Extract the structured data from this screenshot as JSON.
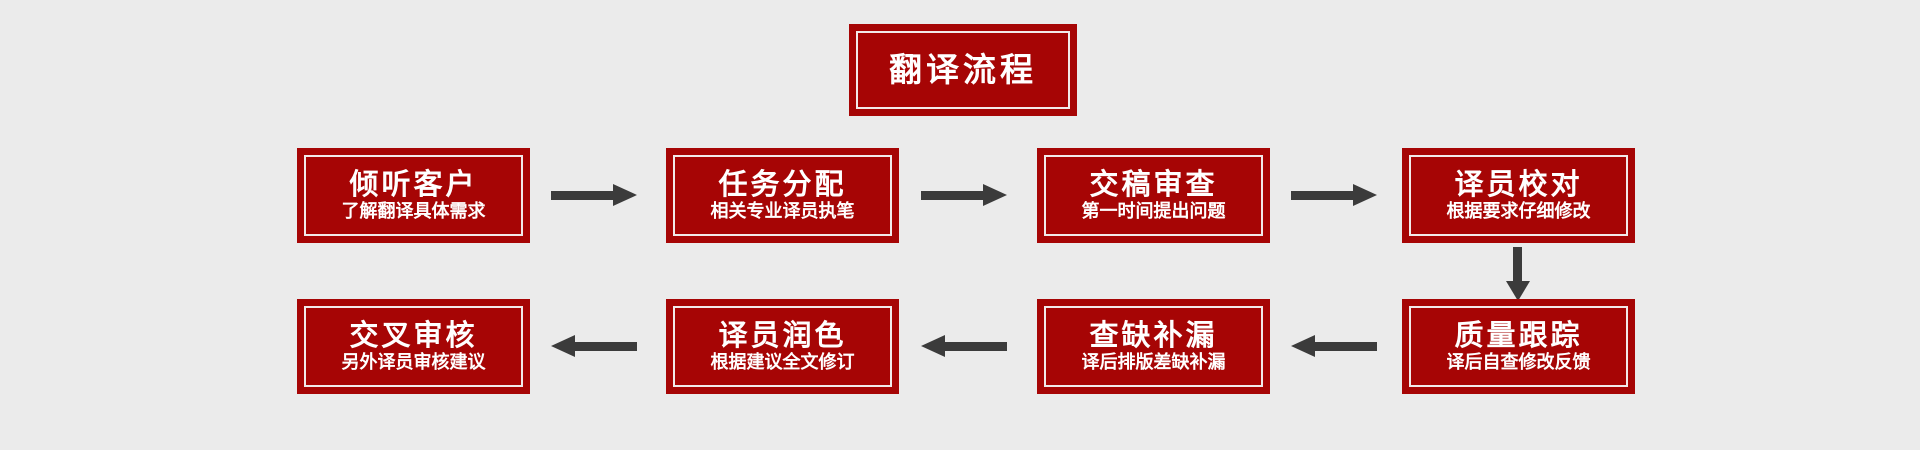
{
  "background_color": "#ebebeb",
  "accent_color": "#a60505",
  "arrow_color": "#3b3b3b",
  "text_color": "#ffffff",
  "header": {
    "title": "翻译流程"
  },
  "flow": {
    "row1": [
      {
        "title": "倾听客户",
        "subtitle": "了解翻译具体需求"
      },
      {
        "title": "任务分配",
        "subtitle": "相关专业译员执笔"
      },
      {
        "title": "交稿审查",
        "subtitle": "第一时间提出问题"
      },
      {
        "title": "译员校对",
        "subtitle": "根据要求仔细修改"
      }
    ],
    "row2": [
      {
        "title": "交叉审核",
        "subtitle": "另外译员审核建议"
      },
      {
        "title": "译员润色",
        "subtitle": "根据建议全文修订"
      },
      {
        "title": "查缺补漏",
        "subtitle": "译后排版差缺补漏"
      },
      {
        "title": "质量跟踪",
        "subtitle": "译后自查修改反馈"
      }
    ],
    "connectors": [
      {
        "name": "arrow-row1-1",
        "direction": "right"
      },
      {
        "name": "arrow-row1-2",
        "direction": "right"
      },
      {
        "name": "arrow-row1-3",
        "direction": "right"
      },
      {
        "name": "arrow-down-row1-to-row2",
        "direction": "down"
      },
      {
        "name": "arrow-row2-1",
        "direction": "left"
      },
      {
        "name": "arrow-row2-2",
        "direction": "left"
      },
      {
        "name": "arrow-row2-3",
        "direction": "left"
      }
    ]
  }
}
